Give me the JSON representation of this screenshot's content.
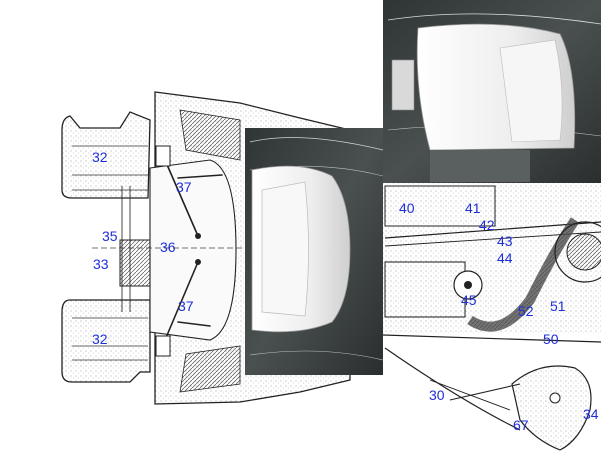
{
  "colors": {
    "callout": "#1e2fd6",
    "ink": "#2a2a2a",
    "photo_dark": "#3a3f3f",
    "photo_light": "#f2f2f2"
  },
  "labels": {
    "l32a": "32",
    "l32b": "32",
    "l37a": "37",
    "l37b": "37",
    "l35": "35",
    "l36": "36",
    "l33": "33",
    "l40": "40",
    "l41": "41",
    "l42": "42",
    "l43": "43",
    "l44": "44",
    "l45": "45",
    "l52": "52",
    "l51": "51",
    "l50": "50",
    "l30": "30",
    "l67": "67",
    "l34": "34"
  }
}
